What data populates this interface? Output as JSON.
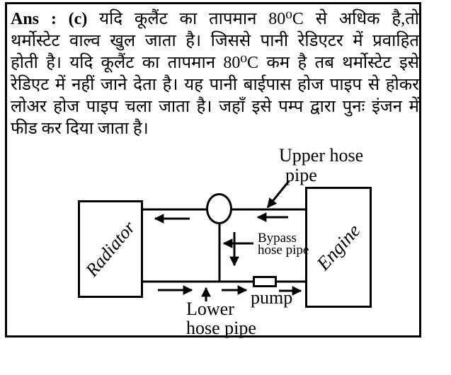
{
  "colors": {
    "ink": "#000000",
    "background": "#ffffff"
  },
  "answer": {
    "prefix": "Ans : (c)",
    "line1_rest": "यदि कूलैंट का तापमान 80⁰C से अधिक है,तो",
    "lines": [
      "थर्मोस्टेट वाल्व खुल जाता है। जिससे पानी रेडिएटर में प्रवाहित",
      "होती है। यदि कूलैंट का तापमान 80⁰C कम है तब थर्मोस्टेट इसे",
      "रेडिएट में नहीं जाने देता है। यह पानी बाईपास होज पाइप से होकर",
      "लोअर होज पाइप चला जाता है। जहाँ इसे पम्प द्वारा पुनः इंजन में",
      "फीड कर दिया जाता है।"
    ]
  },
  "diagram": {
    "radiator_label": "Radiator",
    "engine_label": "Engine",
    "upper_hose_line1": "Upper hose",
    "upper_hose_line2": "pipe",
    "bypass_line1": "Bypass",
    "bypass_line2": "hose pipe",
    "pump_label": "pump",
    "lower_hose_line1": "Lower",
    "lower_hose_line2": "hose pipe"
  }
}
